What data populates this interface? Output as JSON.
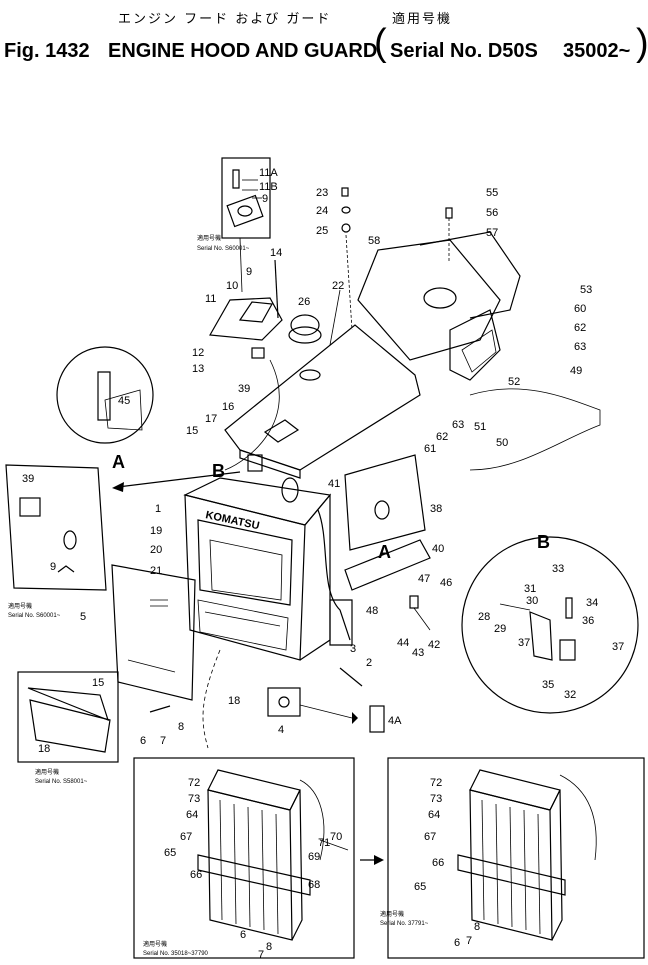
{
  "header": {
    "title_jp": "エンジン フード および ガード",
    "serial_jp": "適用号機",
    "fig_label": "Fig. 1432",
    "title_en": "ENGINE HOOD AND GUARD",
    "serial_text": "Serial No. D50S",
    "serial_range": "35002~"
  },
  "view_markers": {
    "a": "A",
    "b": "B"
  },
  "callouts": {
    "c11a": "11A",
    "c11b": "11B",
    "c9a": "9",
    "c14": "14",
    "c9b": "9",
    "c10": "10",
    "c11": "11",
    "c12": "12",
    "c13": "13",
    "c26": "26",
    "c22": "22",
    "c23": "23",
    "c24": "24",
    "c25": "25",
    "c58": "58",
    "c55": "55",
    "c56": "56",
    "c57": "57",
    "c53": "53",
    "c60": "60",
    "c62a": "62",
    "c63a": "63",
    "c49": "49",
    "c52": "52",
    "c62b": "62",
    "c63b": "63",
    "c61": "61",
    "c51": "51",
    "c50": "50",
    "c45": "45",
    "c39a": "39",
    "c16": "16",
    "c17": "17",
    "c15": "15",
    "c39b": "39",
    "c9c": "9",
    "c1": "1",
    "c19": "19",
    "c20": "20",
    "c21": "21",
    "c5": "5",
    "c18a": "18",
    "c41": "41",
    "c38": "38",
    "c40": "40",
    "c47": "47",
    "c46": "46",
    "c48": "48",
    "c44": "44",
    "c43": "43",
    "c42": "42",
    "c3": "3",
    "c2": "2",
    "c4": "4",
    "c4a": "4A",
    "c15b": "15",
    "c18b": "18",
    "c6a": "6",
    "c7a": "7",
    "c8a": "8",
    "c33": "33",
    "c34": "34",
    "c31": "31",
    "c36": "36",
    "c28": "28",
    "c30": "30",
    "c29": "29",
    "c37a": "37",
    "c37b": "37",
    "c35": "35",
    "c32": "32",
    "c72a": "72",
    "c73a": "73",
    "c64a": "64",
    "c67a": "67",
    "c65a": "65",
    "c66a": "66",
    "c71": "71",
    "c70": "70",
    "c69": "69",
    "c68": "68",
    "c6b": "6",
    "c7b": "7",
    "c8b": "8",
    "c72b": "72",
    "c73b": "73",
    "c64b": "64",
    "c67b": "67",
    "c66b": "66",
    "c65b": "65",
    "c8c": "8",
    "c7c": "7",
    "c6c": "6"
  },
  "serial_notes": {
    "top": "Serial No. S60001~",
    "left": "Serial No. S60001~",
    "inset": "Serial No. S58001~",
    "bottom_left": "Serial No. 35018~37790",
    "bottom_right": "Serial No. 37791~"
  },
  "tiny_jp": "適用号機",
  "logo_text": "KOMATSU"
}
